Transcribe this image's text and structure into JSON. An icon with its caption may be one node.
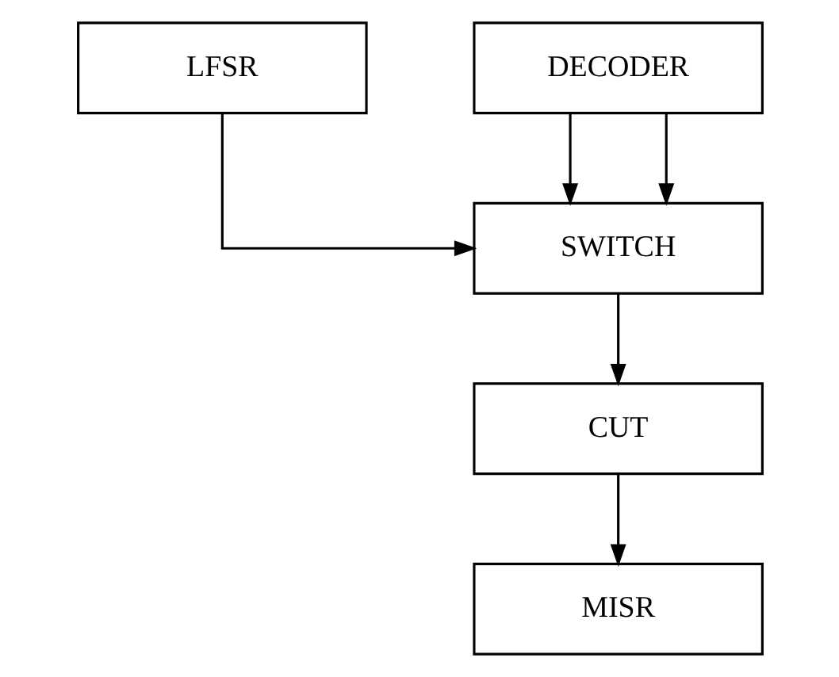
{
  "diagram": {
    "nodes": [
      {
        "text": [
          "LFSR"
        ]
      },
      {
        "text": [
          "DECODER"
        ]
      },
      {
        "text": [
          "SWITCH"
        ]
      },
      {
        "text": [
          "CUT"
        ]
      },
      {
        "text": [
          "MISR"
        ]
      }
    ],
    "edges": [
      {
        "from": 0,
        "to": 2,
        "arrow": "to"
      },
      {
        "from": 1,
        "to": 2,
        "arrow": "to"
      },
      {
        "from": 1,
        "to": 2,
        "arrow": "to"
      },
      {
        "from": 2,
        "to": 3,
        "arrow": "to"
      },
      {
        "from": 3,
        "to": 4,
        "arrow": "to"
      }
    ]
  }
}
